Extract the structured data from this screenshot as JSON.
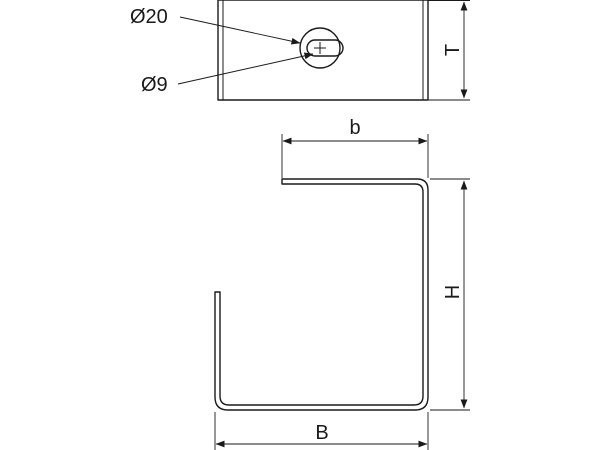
{
  "labels": {
    "d20": "Ø20",
    "d9": "Ø9",
    "T": "T",
    "b": "b",
    "H": "H",
    "B": "B"
  },
  "colors": {
    "line": "#1a1a1a",
    "background": "#ffffff"
  }
}
